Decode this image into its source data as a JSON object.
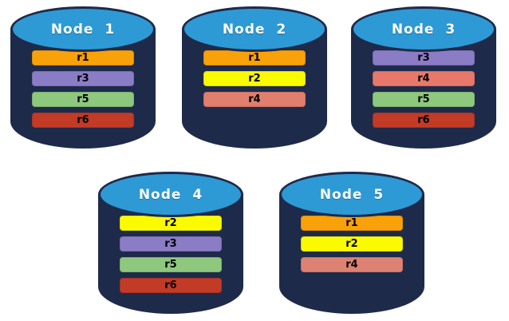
{
  "colors": {
    "background": "#FFFFFF",
    "cylinder_body": "#1E2A4A",
    "cylinder_top": "#2D9AD5",
    "node_label_text": "#FFFFFF",
    "bar_label_text": "#000000",
    "replica_palette": {
      "r1": "#F9A109",
      "r2": "#FBFB00",
      "r3": "#8B7CC6",
      "r4": "#E07F6E",
      "r5": "#8DC87D",
      "r6": "#C23B26"
    }
  },
  "nodes": [
    {
      "label": "Node 1",
      "replicas": [
        {
          "id": "r1",
          "color": "#F9A109"
        },
        {
          "id": "r3",
          "color": "#8B7CC6"
        },
        {
          "id": "r5",
          "color": "#8DC87D"
        },
        {
          "id": "r6",
          "color": "#C23B26"
        }
      ]
    },
    {
      "label": "Node 2",
      "replicas": [
        {
          "id": "r1",
          "color": "#F9A109"
        },
        {
          "id": "r2",
          "color": "#FBFB00"
        },
        {
          "id": "r4",
          "color": "#E07F6E"
        }
      ]
    },
    {
      "label": "Node 3",
      "replicas": [
        {
          "id": "r3",
          "color": "#8B7CC6"
        },
        {
          "id": "r4",
          "color": "#E8796A"
        },
        {
          "id": "r5",
          "color": "#8DC87D"
        },
        {
          "id": "r6",
          "color": "#C23B26"
        }
      ]
    },
    {
      "label": "Node 4",
      "replicas": [
        {
          "id": "r2",
          "color": "#FBFB00"
        },
        {
          "id": "r3",
          "color": "#8B7CC6"
        },
        {
          "id": "r5",
          "color": "#8DC87D"
        },
        {
          "id": "r6",
          "color": "#C23B26"
        }
      ]
    },
    {
      "label": "Node 5",
      "replicas": [
        {
          "id": "r1",
          "color": "#F9A109"
        },
        {
          "id": "r2",
          "color": "#FBFB00"
        },
        {
          "id": "r4",
          "color": "#DD8272"
        }
      ]
    }
  ]
}
